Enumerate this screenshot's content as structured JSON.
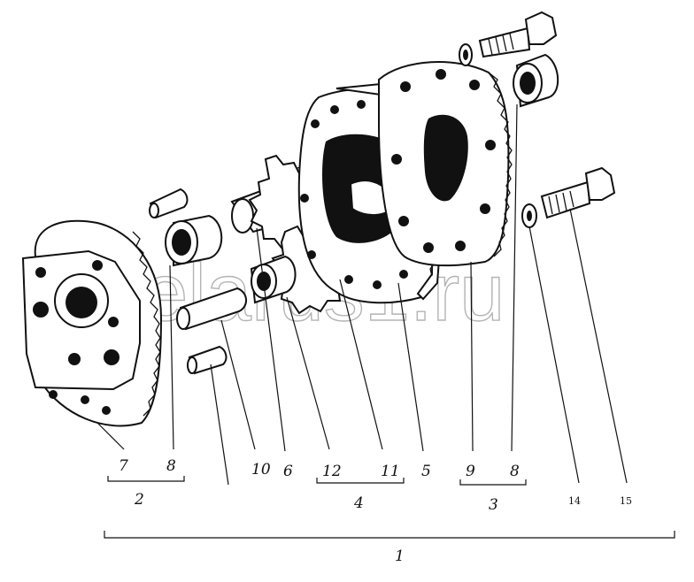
{
  "watermark": "belarus1.ru",
  "labels": {
    "l7": "7",
    "l8a": "8",
    "l2": "2",
    "l10": "10",
    "l6": "6",
    "l12": "12",
    "l11": "11",
    "l4": "4",
    "l5": "5",
    "l9": "9",
    "l8b": "8",
    "l3": "3",
    "l14": "14",
    "l15": "15",
    "l1": "1"
  }
}
